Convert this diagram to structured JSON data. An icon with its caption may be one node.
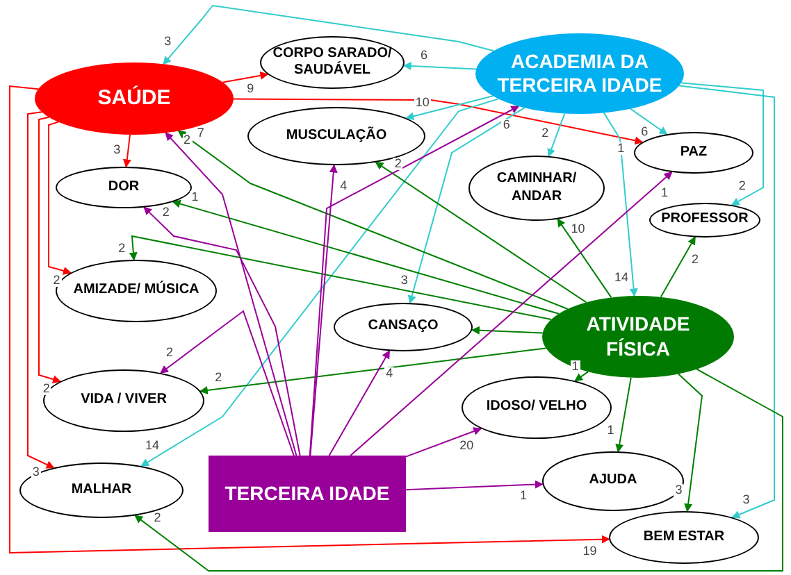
{
  "diagram": {
    "nodes": [
      {
        "text": [
          "SAÚDE"
        ]
      },
      {
        "text": [
          "CORPO SARADO/ SAUDÁVEL"
        ]
      },
      {
        "text": [
          "ACADEMIA DA TERCEIRA IDADE"
        ]
      },
      {
        "text": [
          "MUSCULAÇÃO"
        ]
      },
      {
        "text": [
          "PAZ"
        ]
      },
      {
        "text": [
          "DOR"
        ]
      },
      {
        "text": [
          "CAMINHAR/ ANDAR"
        ]
      },
      {
        "text": [
          "PROFESSOR"
        ]
      },
      {
        "text": [
          "AMIZADE/ MÚSICA"
        ]
      },
      {
        "text": [
          "CANSAÇO"
        ]
      },
      {
        "text": [
          "ATIVIDADE FÍSICA"
        ]
      },
      {
        "text": [
          "VIDA / VIVER"
        ]
      },
      {
        "text": [
          "IDOSO/ VELHO"
        ]
      },
      {
        "text": [
          "TERCEIRA IDADE"
        ]
      },
      {
        "text": [
          "MALHAR"
        ]
      },
      {
        "text": [
          "AJUDA"
        ]
      },
      {
        "text": [
          "BEM ESTAR"
        ]
      }
    ],
    "edges": [
      {
        "from": 0,
        "to": 1,
        "arrow": "to",
        "label": "9",
        "color": "#ff0000"
      },
      {
        "from": 0,
        "to": 4,
        "arrow": "to",
        "label": "1",
        "color": "#ff0000"
      },
      {
        "from": 0,
        "to": 5,
        "arrow": "to",
        "label": "3",
        "color": "#ff0000"
      },
      {
        "from": 0,
        "to": 8,
        "arrow": "to",
        "label": "2",
        "color": "#ff0000"
      },
      {
        "from": 0,
        "to": 11,
        "arrow": "to",
        "label": "2",
        "color": "#ff0000"
      },
      {
        "from": 0,
        "to": 14,
        "arrow": "to",
        "label": "3",
        "color": "#ff0000"
      },
      {
        "from": 0,
        "to": 16,
        "arrow": "to",
        "label": "19",
        "color": "#ff0000"
      },
      {
        "from": 2,
        "to": 0,
        "arrow": "to",
        "label": "3",
        "color": "#33cccc"
      },
      {
        "from": 2,
        "to": 1,
        "arrow": "to",
        "label": "6",
        "color": "#33cccc"
      },
      {
        "from": 2,
        "to": 3,
        "arrow": "to",
        "label": "10",
        "color": "#33cccc"
      },
      {
        "from": 2,
        "to": 6,
        "arrow": "to",
        "label": "2",
        "color": "#33cccc"
      },
      {
        "from": 2,
        "to": 4,
        "arrow": "to",
        "label": "6",
        "color": "#33cccc"
      },
      {
        "from": 2,
        "to": 7,
        "arrow": "to",
        "label": "2",
        "color": "#33cccc"
      },
      {
        "from": 2,
        "to": 10,
        "arrow": "to",
        "label": "14",
        "color": "#33cccc"
      },
      {
        "from": 2,
        "to": 16,
        "arrow": "to",
        "label": "3",
        "color": "#33cccc"
      },
      {
        "from": 2,
        "to": 9,
        "arrow": "to",
        "label": "3",
        "color": "#33cccc"
      },
      {
        "from": 2,
        "to": 14,
        "arrow": "to",
        "label": "14",
        "color": "#33cccc"
      },
      {
        "from": 10,
        "to": 0,
        "arrow": "to",
        "label": "7"
      },
      {
        "from": 10,
        "to": 5,
        "arrow": "to",
        "label": "1"
      },
      {
        "from": 10,
        "to": 8,
        "arrow": "to",
        "label": "2"
      },
      {
        "from": 10,
        "to": 3,
        "arrow": "to",
        "label": "2"
      },
      {
        "from": 10,
        "to": 6,
        "arrow": "to",
        "label": "10"
      },
      {
        "from": 10,
        "to": 7,
        "arrow": "to",
        "label": "2"
      },
      {
        "from": 10,
        "to": 9,
        "arrow": "to"
      },
      {
        "from": 10,
        "to": 11,
        "arrow": "to",
        "label": "2"
      },
      {
        "from": 10,
        "to": 12,
        "arrow": "to",
        "label": "1"
      },
      {
        "from": 10,
        "to": 15,
        "arrow": "to",
        "label": "1"
      },
      {
        "from": 10,
        "to": 16,
        "arrow": "to",
        "label": "3"
      },
      {
        "from": 10,
        "to": 14,
        "arrow": "to",
        "label": "2"
      },
      {
        "from": 13,
        "to": 0,
        "arrow": "to",
        "label": "2",
        "color": "#990099"
      },
      {
        "from": 13,
        "to": 5,
        "arrow": "to",
        "label": "2",
        "color": "#990099"
      },
      {
        "from": 13,
        "to": 11,
        "arrow": "to",
        "label": "2",
        "color": "#990099"
      },
      {
        "from": 13,
        "to": 2,
        "arrow": "to",
        "label": "6",
        "color": "#990099"
      },
      {
        "from": 13,
        "to": 3,
        "arrow": "to",
        "label": "4",
        "color": "#990099"
      },
      {
        "from": 13,
        "to": 4,
        "arrow": "to",
        "label": "1",
        "color": "#990099"
      },
      {
        "from": 13,
        "to": 9,
        "arrow": "to",
        "label": "4",
        "color": "#990099"
      },
      {
        "from": 13,
        "to": 12,
        "arrow": "to",
        "label": "20",
        "color": "#990099"
      },
      {
        "from": 13,
        "to": 15,
        "arrow": "to",
        "label": "1",
        "color": "#990099"
      }
    ]
  }
}
